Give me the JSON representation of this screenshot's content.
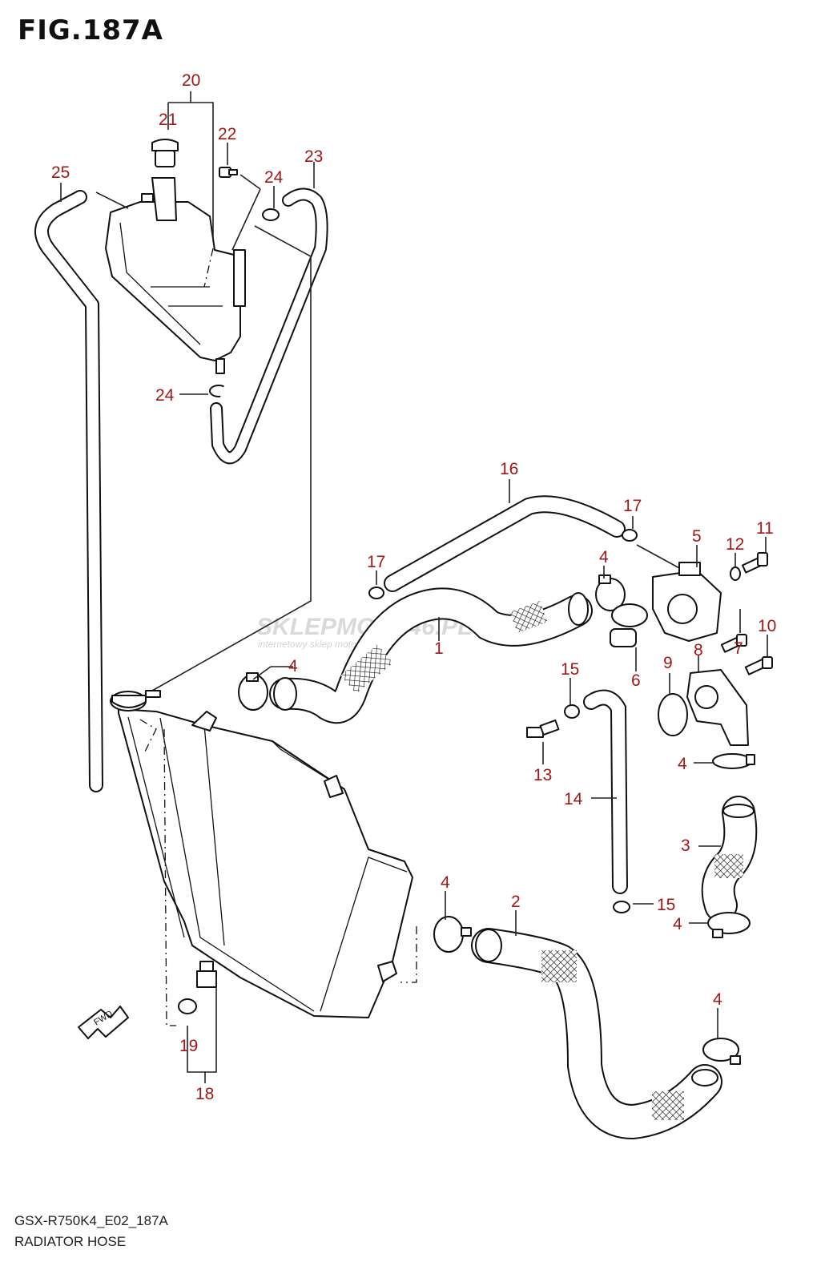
{
  "figure": {
    "title": "FIG.187A",
    "model_code": "GSX-R750K4_E02_187A",
    "name": "RADIATOR HOSE"
  },
  "watermark": {
    "name": "SKLEPMOTO46.PL",
    "tagline": "internetowy sklep motocyklowy"
  },
  "direction_marker": "FWD",
  "colors": {
    "callout": "#a01818",
    "line": "#111111"
  },
  "callouts": [
    "20",
    "21",
    "22",
    "23",
    "24",
    "25",
    "24",
    "16",
    "17",
    "17",
    "5",
    "12",
    "11",
    "4",
    "1",
    "10",
    "7",
    "8",
    "4",
    "15",
    "6",
    "9",
    "13",
    "4",
    "14",
    "3",
    "2",
    "4",
    "15",
    "4",
    "4",
    "19",
    "18"
  ]
}
